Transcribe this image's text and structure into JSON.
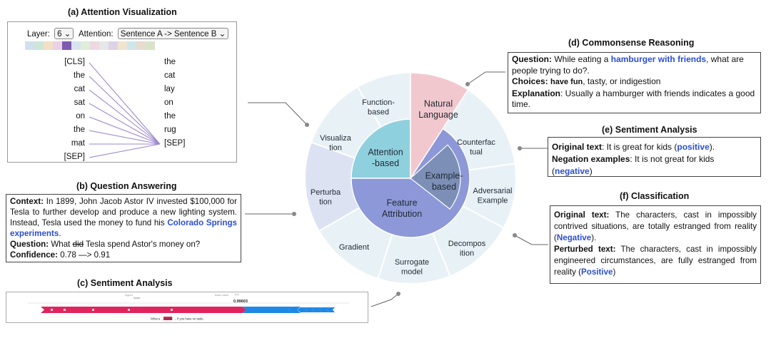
{
  "panel_a": {
    "title": "(a) Attention Visualization",
    "layer_label": "Layer:",
    "layer_value": "6",
    "attention_label": "Attention:",
    "attention_value": "Sentence A -> Sentence B",
    "left_tokens": [
      "[CLS]",
      "the",
      "cat",
      "sat",
      "on",
      "the",
      "mat",
      "[SEP]"
    ],
    "right_tokens": [
      "the",
      "cat",
      "lay",
      "on",
      "the",
      "rug",
      "[SEP]"
    ],
    "palette": [
      "#cfe0ee",
      "#cde6d8",
      "#f3dfc6",
      "#e9d2e6",
      "#7e5bb0",
      "#d8e4f0",
      "#ddeed9",
      "#efd8e2",
      "#e6e6e6",
      "#dcd3e9",
      "#f1e4cf",
      "#cfe6e9",
      "#e8dccf",
      "#d9e3c9"
    ]
  },
  "panel_b": {
    "title": "(b) Question Answering",
    "context_label": "Context:",
    "context_text": "In 1899, John Jacob Astor IV invested $100,000 for Tesla to further develop and produce a new lighting system. Instead, Tesla used the money to fund his",
    "context_highlight": "Colorado Springs experiments",
    "context_end": ".",
    "question_label": "Question:",
    "question_pre": "What",
    "question_strike": "did",
    "question_post": "Tesla spend Astor's money on?",
    "confidence_label": "Confidence:",
    "confidence_value": "0.78 —> 0.91"
  },
  "panel_c": {
    "title": "(c) Sentiment Analysis",
    "bar_top_labels": [
      "higher",
      "lower",
      "base value",
      "f(x)"
    ],
    "fx_value": "0.99603",
    "bar_bottom_text": "What a ... movie! ... if you have no taste."
  },
  "panel_d": {
    "title": "(d) Commonsense Reasoning",
    "question_label": "Question:",
    "question_pre": "While eating a",
    "question_highlight": "hamburger with friends",
    "question_post": ", what are people trying to do?.",
    "choices_label": "Choices:",
    "choices_first": "have fun",
    "choices_rest": ", tasty, or indigestion",
    "explanation_label": "Explanation",
    "explanation_text": ": Usually a hamburger with friends indicates a good time."
  },
  "panel_e": {
    "title": "(e) Sentiment Analysis",
    "original_label": "Original text",
    "original_text": ": It is great for kids (",
    "original_highlight": "positive",
    "original_end": ").",
    "negation_label": "Negation examples",
    "negation_text": ": It is not great for kids (",
    "negation_highlight": "negative",
    "negation_end": ")"
  },
  "panel_f": {
    "title": "(f) Classification",
    "original_label": "Original text:",
    "original_text": "The characters, cast in impossibly contrived situations, are totally estranged from reality (",
    "original_highlight": "Negative",
    "original_end": ").",
    "perturbed_label": "Perturbed text:",
    "perturbed_text": "The characters, cast in impossibly engineered circumstances, are fully estranged from reality (",
    "perturbed_highlight": "Positive",
    "perturbed_end": ")"
  },
  "wheel": {
    "inner": {
      "attention": [
        "Attention",
        "-based"
      ],
      "example": [
        "Example-",
        "based"
      ],
      "feature": [
        "Feature",
        "Attribution"
      ],
      "natural": [
        "Natural",
        "Language"
      ]
    },
    "outer": {
      "function": [
        "Function-",
        "based"
      ],
      "visualization": [
        "Visualiza",
        "tion"
      ],
      "perturbation": [
        "Perturba",
        "tion"
      ],
      "gradient": [
        "Gradient"
      ],
      "surrogate": [
        "Surrogate",
        "model"
      ],
      "decomposition": [
        "Decompos",
        "ition"
      ],
      "adversarial": [
        "Adversarial",
        "Example"
      ],
      "counterfactual": [
        "Counterfac",
        "tual"
      ]
    },
    "colors": {
      "outer_fill": "#e8f1f6",
      "outer_stroke": "#ffffff",
      "attention": "#8fd0de",
      "example": "#7c8fb6",
      "feature": "#8d98d8",
      "natural": "#f2c8cf",
      "perturb_fill": "#dde2f3",
      "ring_border": "#8fb6c8"
    }
  },
  "colors": {
    "accent_blue": "#2a4fd6",
    "shap_red": "#e0245e",
    "shap_blue": "#1e88e5"
  }
}
